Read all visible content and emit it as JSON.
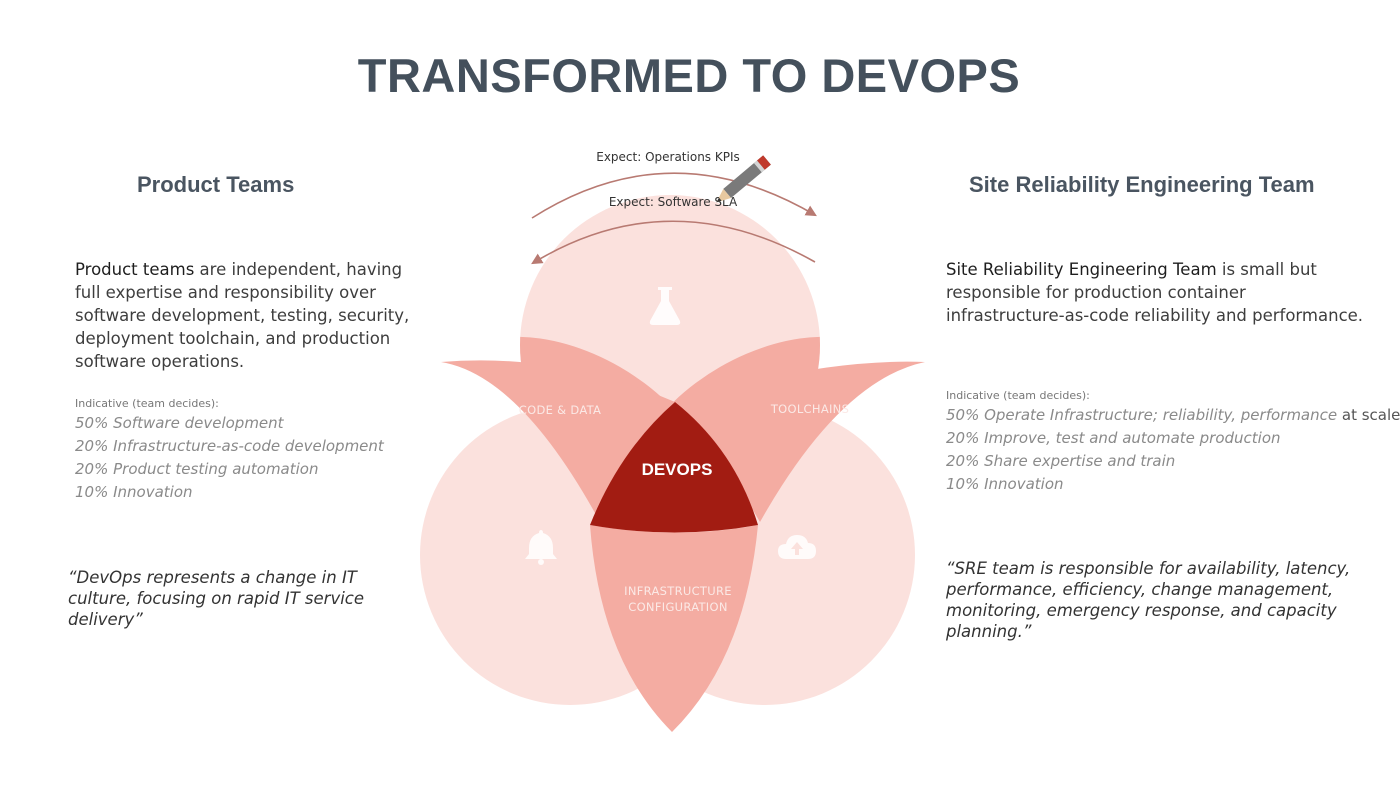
{
  "title": "TRANSFORMED TO DEVOPS",
  "left": {
    "heading": "Product Teams",
    "desc_bold": "Product teams",
    "desc_rest": " are independent, having full expertise and responsibility over software development, testing, security, deployment toolchain, and production software operations.",
    "indicative_label": "Indicative (team decides):",
    "indicative": [
      "50% Software development",
      "20% Infrastructure-as-code development",
      "20% Product testing automation",
      "10% Innovation"
    ],
    "quote": "“DevOps represents a change in IT culture, focusing on rapid IT service delivery”"
  },
  "right": {
    "heading": "Site Reliability Engineering Team",
    "desc_bold": "Site Reliability Engineering Team",
    "desc_rest": " is small but responsible for production container infrastructure-as-code reliability and performance.",
    "indicative_label": "Indicative (team decides):",
    "indicative_first": "50% Operate Infrastructure; reliability, performance ",
    "indicative_first_suffix": "at scale",
    "indicative": [
      "20% Improve, test and automate production",
      "20% Share expertise and train",
      "10% Innovation"
    ],
    "quote": "“SRE team is responsible for availability, latency, performance, efficiency, change management, monitoring, emergency response, and capacity planning.”"
  },
  "venn": {
    "code_data": "CODE & DATA",
    "toolchains": "TOOLCHAINS",
    "devops": "DEVOPS",
    "infra_line1": "INFRASTRUCTURE",
    "infra_line2": "CONFIGURATION",
    "expect_top": "Expect: Operations KPIs",
    "expect_bottom": "Expect: Software SLA",
    "colors": {
      "circle": "#fbe1dd",
      "overlap": "#f4aca2",
      "center": "#a21c12",
      "arrow": "#b87a72"
    }
  }
}
